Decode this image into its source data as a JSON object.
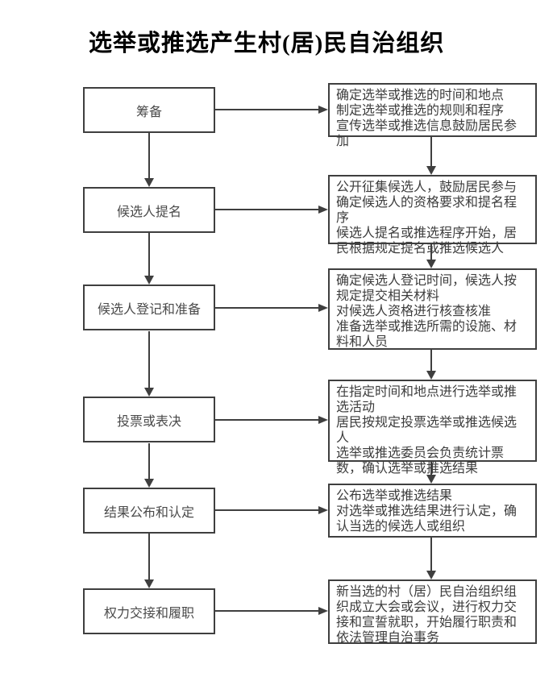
{
  "title": "选举或推选产生村(居)民自治组织",
  "colors": {
    "background": "#ffffff",
    "line": "#3f3f3f",
    "box_border": "#3f3f3f",
    "stage_text": "#4a4a4a",
    "detail_text": "#3d3d3d",
    "title_text": "#000000"
  },
  "flowchart": {
    "steps": [
      {
        "label": "筹备",
        "detail": "确定选举或推选的时间和地点\n制定选举或推选的规则和程序\n宣传选举或推选信息鼓励居民参加"
      },
      {
        "label": "候选人提名",
        "detail": "公开征集候选人，鼓励居民参与\n确定候选人的资格要求和提名程序\n候选人提名或推选程序开始，居民根据规定提名或推选候选人"
      },
      {
        "label": "候选人登记和准备",
        "detail": "确定候选人登记时间，候选人按规定提交相关材料\n对候选人资格进行核查核准\n准备选举或推选所需的设施、材料和人员"
      },
      {
        "label": "投票或表决",
        "detail": "在指定时间和地点进行选举或推选活动\n居民按规定投票选举或推选候选人\n选举或推选委员会负责统计票数，确认选举或推选结果"
      },
      {
        "label": "结果公布和认定",
        "detail": "公布选举或推选结果\n对选举或推选结果进行认定，确认当选的候选人或组织"
      },
      {
        "label": "权力交接和履职",
        "detail": "新当选的村（居）民自治组织组织成立大会或会议，进行权力交接和宣誓就职，开始履行职责和依法管理自治事务"
      }
    ]
  }
}
